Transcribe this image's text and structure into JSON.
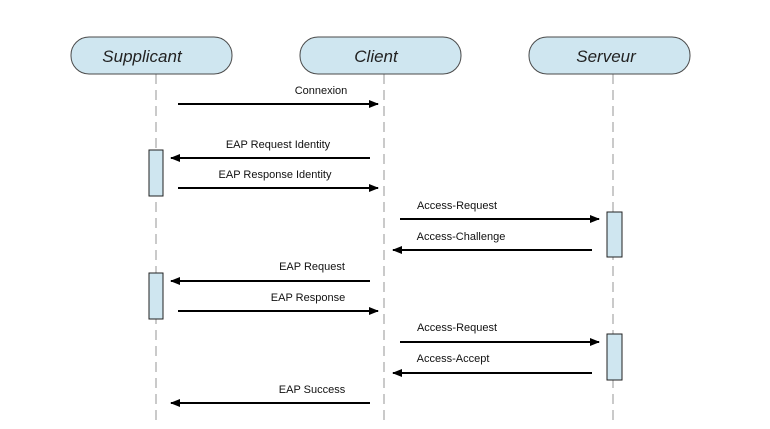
{
  "participants": [
    {
      "id": "supplicant",
      "label": "Supplicant"
    },
    {
      "id": "client",
      "label": "Client"
    },
    {
      "id": "serveur",
      "label": "Serveur"
    }
  ],
  "messages": [
    {
      "from": "supplicant",
      "to": "client",
      "label": "Connexion"
    },
    {
      "from": "client",
      "to": "supplicant",
      "label": "EAP Request Identity"
    },
    {
      "from": "supplicant",
      "to": "client",
      "label": "EAP Response Identity"
    },
    {
      "from": "client",
      "to": "serveur",
      "label": "Access-Request"
    },
    {
      "from": "serveur",
      "to": "client",
      "label": "Access-Challenge"
    },
    {
      "from": "client",
      "to": "supplicant",
      "label": "EAP Request"
    },
    {
      "from": "supplicant",
      "to": "client",
      "label": "EAP Response"
    },
    {
      "from": "client",
      "to": "serveur",
      "label": "Access-Request"
    },
    {
      "from": "serveur",
      "to": "client",
      "label": "Access-Accept"
    },
    {
      "from": "client",
      "to": "supplicant",
      "label": "EAP Success"
    }
  ],
  "colors": {
    "participant_fill": "#cfe6f0",
    "participant_stroke": "#4a4a4a",
    "lifeline": "#b8b8b8",
    "activation_fill": "#cfe6f0",
    "arrow": "#000000"
  }
}
